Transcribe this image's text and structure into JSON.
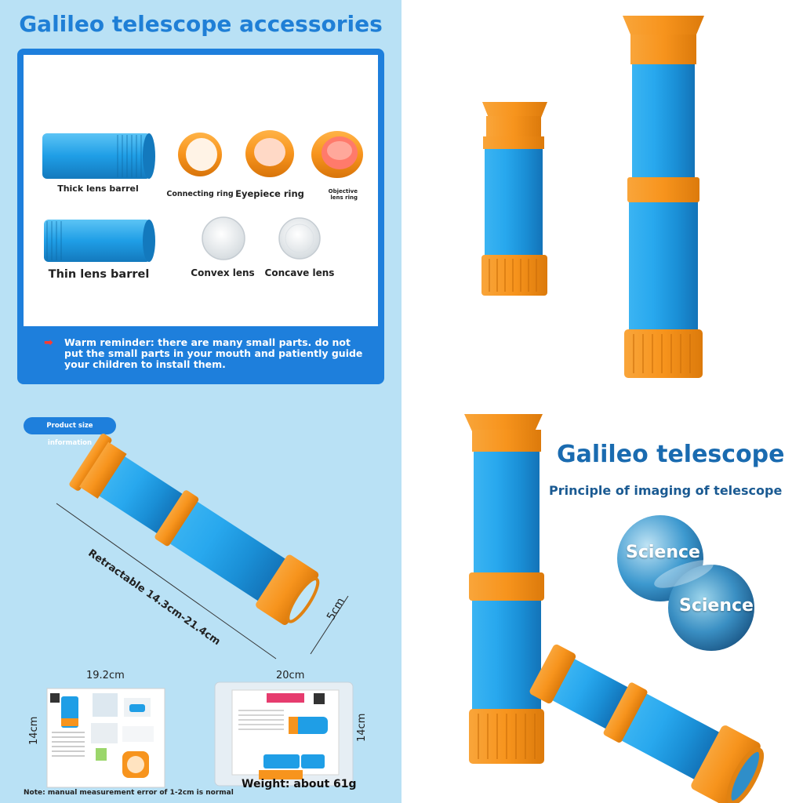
{
  "accessories": {
    "title": "Galileo telescope accessories",
    "items": {
      "thick_barrel": "Thick lens barrel",
      "connecting_ring": "Connecting ring",
      "eyepiece_ring": "Eyepiece ring",
      "objective_ring": "Objective lens ring",
      "thin_barrel": "Thin lens barrel",
      "convex_lens": "Convex lens",
      "concave_lens": "Concave lens"
    },
    "reminder": "Warm reminder: there are many small parts. do not put the small parts in your mouth and patiently guide your children to install them."
  },
  "size_info": {
    "tag": "Product size information",
    "length": "Retractable 14.3cm-21.4cm",
    "diameter": "5cm",
    "box": {
      "width": "19.2cm",
      "height": "14cm"
    },
    "bag": {
      "width": "20cm",
      "height": "14cm"
    },
    "weight": "Weight: about 61g",
    "note": "Note: manual measurement error of 1-2cm is normal"
  },
  "imaging": {
    "title": "Galileo telescope",
    "subtitle": "Principle of imaging of telescope",
    "bubble_1": "Science",
    "bubble_2": "Science"
  },
  "colors": {
    "tube_blue": "#1f9ee6",
    "ring_orange": "#f7941d",
    "accent_blue": "#1e7fdc",
    "panel_bg": "#b9e1f5",
    "title_blue": "#1f7fd6"
  }
}
